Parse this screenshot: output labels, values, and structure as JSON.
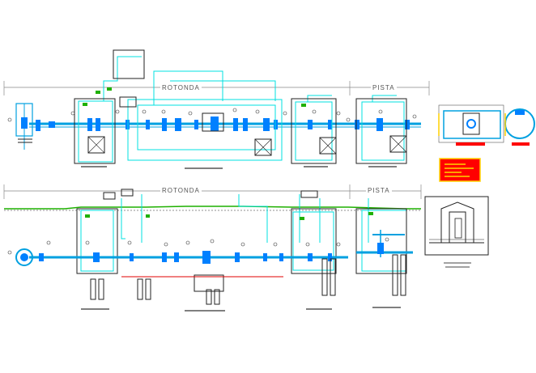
{
  "sections": {
    "top_left_title": "ROTONDA",
    "top_right_title": "PISTA",
    "bottom_left_title": "ROTONDA",
    "bottom_right_title": "PISTA"
  },
  "colors": {
    "pipe": "#00a0e0",
    "pipe_fill": "#0080ff",
    "cyan_line": "#00e0e0",
    "ground": "#1fb000",
    "dim_line": "#555555",
    "red": "#e00000",
    "red_block": "#ff0000",
    "yellow_text": "#ffff00",
    "dark": "#222222"
  }
}
